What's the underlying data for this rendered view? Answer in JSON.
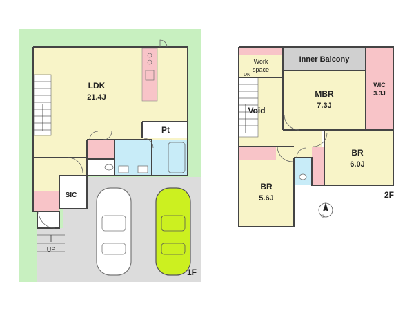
{
  "colors": {
    "site_green": "#c8f0c0",
    "room_cream": "#f8f4c8",
    "pink": "#f8c4c8",
    "bath_blue": "#c8ecf8",
    "parking_gray": "#dcdcdc",
    "balcony_gray": "#d0d0d0",
    "car_yellow": "#ccf020",
    "wall": "#444444"
  },
  "floor1": {
    "label": "1F",
    "rooms": {
      "ldk": {
        "name": "LDK",
        "size": "21.4J"
      },
      "pt": {
        "name": "Pt"
      },
      "sic": {
        "name": "SIC"
      }
    },
    "stairs_label": "UP"
  },
  "floor2": {
    "label": "2F",
    "rooms": {
      "workspace": {
        "name": "Work",
        "name2": "space"
      },
      "balcony": {
        "name": "Inner Balcony"
      },
      "void": {
        "name": "Void"
      },
      "mbr": {
        "name": "MBR",
        "size": "7.3J"
      },
      "wic": {
        "name": "WIC",
        "size": "3.3J"
      },
      "br_right": {
        "name": "BR",
        "size": "6.0J"
      },
      "br_left": {
        "name": "BR",
        "size": "5.6J"
      }
    },
    "stairs_label": "DN"
  },
  "compass_icon": "north-arrow-icon"
}
